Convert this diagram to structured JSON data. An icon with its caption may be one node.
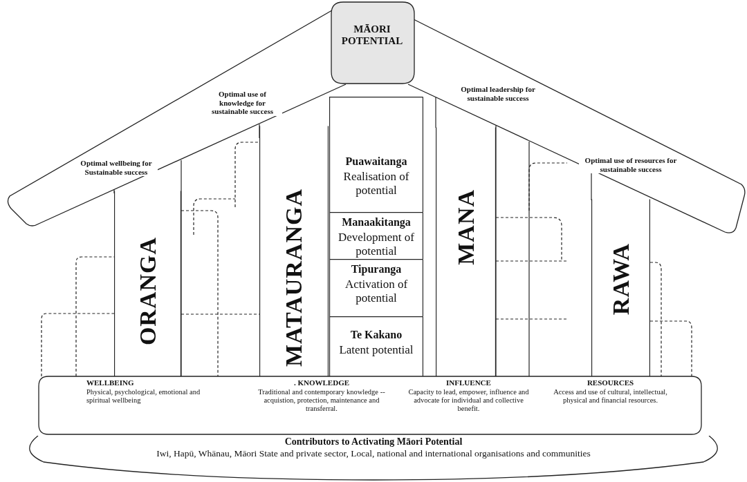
{
  "diagram": {
    "nodes": [
      {
        "text": [
          "MĀORI POTENTIAL"
        ]
      },
      {
        "text": [
          "Optimal wellbeing for Sustainable success",
          "Optimal use of knowledge for sustainable success"
        ]
      },
      {
        "text": [
          "Optimal leadership for sustainable success",
          "Optimal use of resources for sustainable success"
        ]
      },
      {
        "text": [
          "ORANGA"
        ]
      },
      {
        "text": [
          "MATAURANGA"
        ]
      },
      {
        "text": [
          "Puawaitanga",
          "Realisation of potential"
        ]
      },
      {
        "text": [
          "Manaakitanga",
          "Development of potential"
        ]
      },
      {
        "text": [
          "Tipuranga",
          "Activation of potential"
        ]
      },
      {
        "text": [
          "Te Kakano",
          "Latent potential"
        ]
      },
      {
        "text": [
          "MANA"
        ]
      },
      {
        "text": [
          "RAWA"
        ]
      },
      {
        "text": [
          "WELLBEING",
          "Physical, psychological, emotional and spiritual wellbeing",
          ". KNOWLEDGE",
          "Traditional and contemporary knowledge --acquistion, protection, maintenance and transferral.",
          "INFLUENCE",
          "Capacity to lead, empower, influence and advocate for individual and collective benefit.",
          "RESOURCES",
          "Access and use of cultural, intellectual, physical and financial resources."
        ]
      },
      {
        "text": [
          "Contributors to Activating Māori Potential",
          "Iwi, Hapū, Whānau, Māori State and private sector, Local, national and international organisations and communities"
        ]
      }
    ],
    "edges": []
  }
}
